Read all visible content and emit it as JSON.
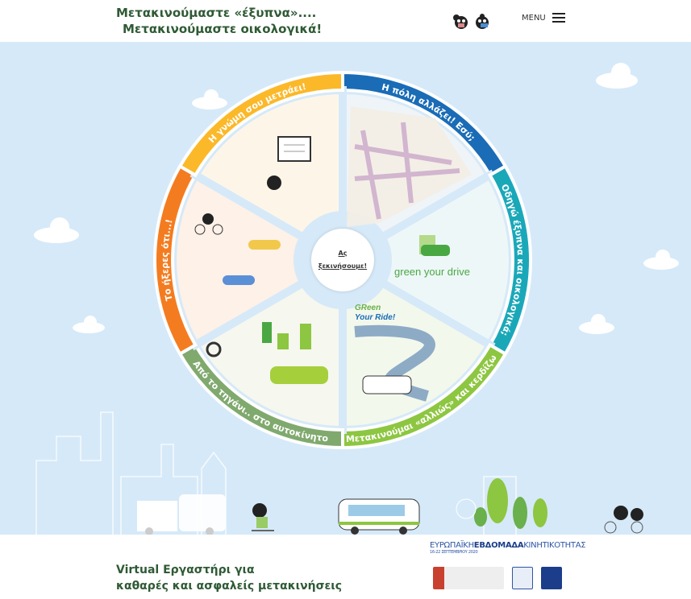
{
  "header": {
    "title_line1": "Μετακινούμαστε «έξυπνα»....",
    "title_line2": "Μετακινούμαστε οικολογικά!",
    "menu_label": "MENU"
  },
  "wheel": {
    "center_line1": "Ας",
    "center_line2": "ξεκινήσουμε!",
    "segments": [
      {
        "label": "Η πόλη αλλάζει! Εσύ;",
        "color": "#1a6cb6"
      },
      {
        "label": "Οδηγώ έξυπνα και οικολογικά;",
        "color": "#1aa8b9"
      },
      {
        "label": "Μετακινούμαι «αλλιώς» και κερδίζω!",
        "color": "#8dc641"
      },
      {
        "label": "Από το τηγάνι.. στο αυτοκίνητο",
        "color": "#80a96e"
      },
      {
        "label": "Το ήξερες ότι...!",
        "color": "#f47c20"
      },
      {
        "label": "Η γνώμη σου μετράει!",
        "color": "#fbb829"
      }
    ],
    "inner_texts": {
      "green_drive": "green your drive",
      "green_ride_1": "GReen",
      "green_ride_2": "Your Ride!"
    }
  },
  "footer": {
    "line1": "Virtual Εργαστήρι για",
    "line2": "καθαρές και ασφαλείς μετακινήσεις",
    "euro_a": "ΕΥΡΩΠΑΪΚΗ",
    "euro_b": "ΕΒΔΟΜΑΔΑ",
    "euro_c": "ΚΙΝΗΤΙΚΟΤΗΤΑΣ",
    "euro_dates": "16-22 ΣΕΠΤΕΜΒΡΙΟΥ 2020"
  }
}
